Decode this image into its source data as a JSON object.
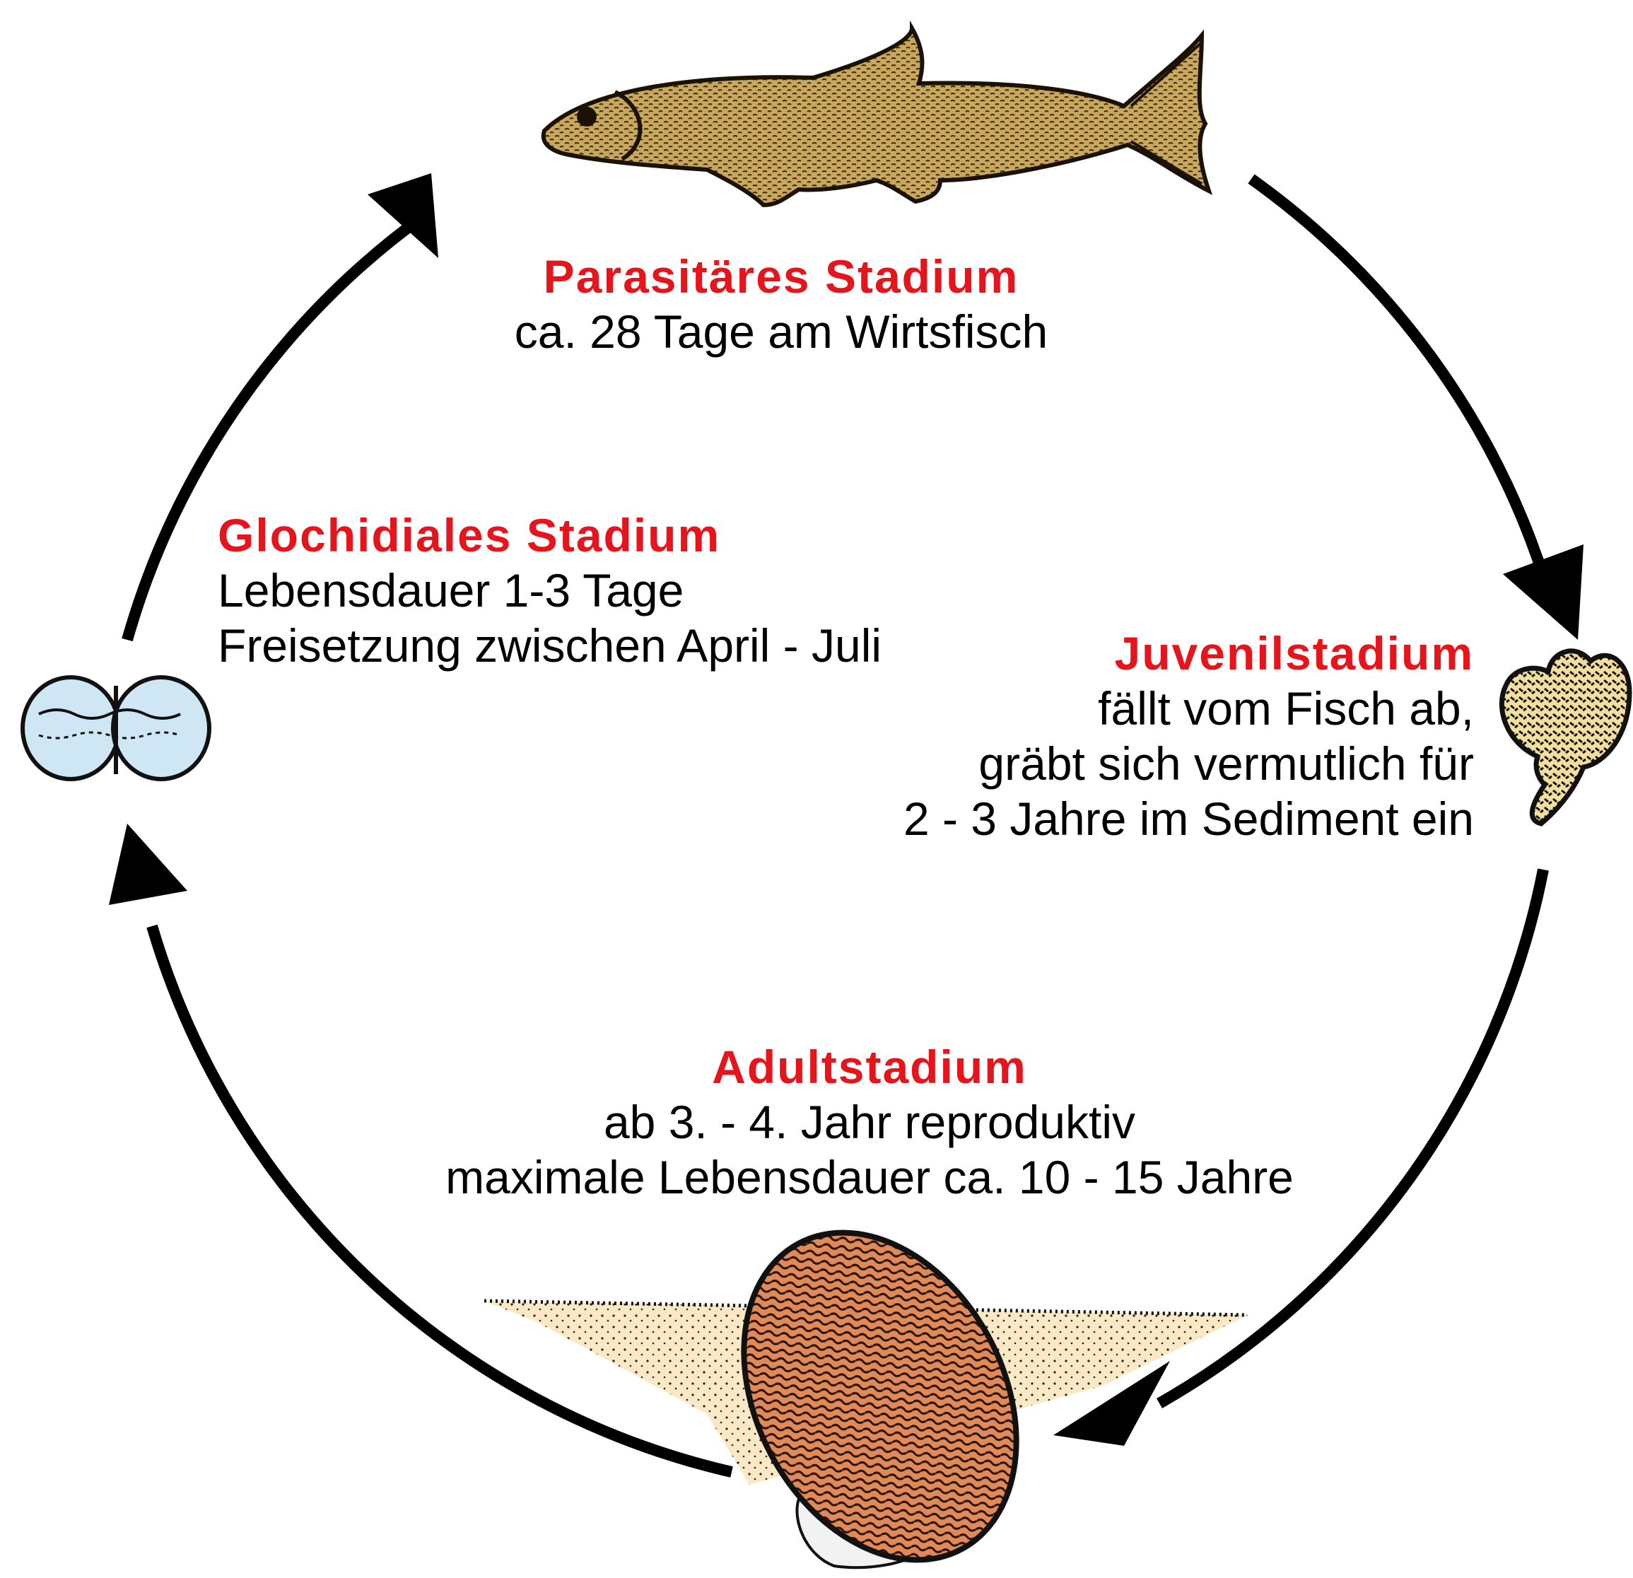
{
  "colors": {
    "title": "#e8141c",
    "text": "#000000",
    "arrow": "#000000",
    "fish_body": "#c9a85c",
    "glochidium": "#cfe6f5",
    "juvenile": "#f2df9e",
    "adult_shell": "#e08a58",
    "sediment": "#fbe9c6"
  },
  "stages": {
    "parasitic": {
      "title": "Parasitäres Stadium",
      "lines": [
        "ca. 28 Tage am Wirtsfisch"
      ],
      "image": "host-fish-illustration"
    },
    "glochidial": {
      "title": "Glochidiales Stadium",
      "lines": [
        "Lebensdauer 1-3 Tage",
        "Freisetzung zwischen April - Juli"
      ],
      "image": "glochidium-larva-illustration"
    },
    "juvenile": {
      "title": "Juvenilstadium",
      "lines": [
        "fällt vom Fisch ab,",
        "gräbt sich vermutlich für",
        "2 - 3 Jahre im Sediment ein"
      ],
      "image": "juvenile-mussel-illustration"
    },
    "adult": {
      "title": "Adultstadium",
      "lines": [
        "ab 3. - 4. Jahr reproduktiv",
        "maximale Lebensdauer ca. 10 - 15 Jahre"
      ],
      "image": "adult-mussel-illustration"
    }
  }
}
